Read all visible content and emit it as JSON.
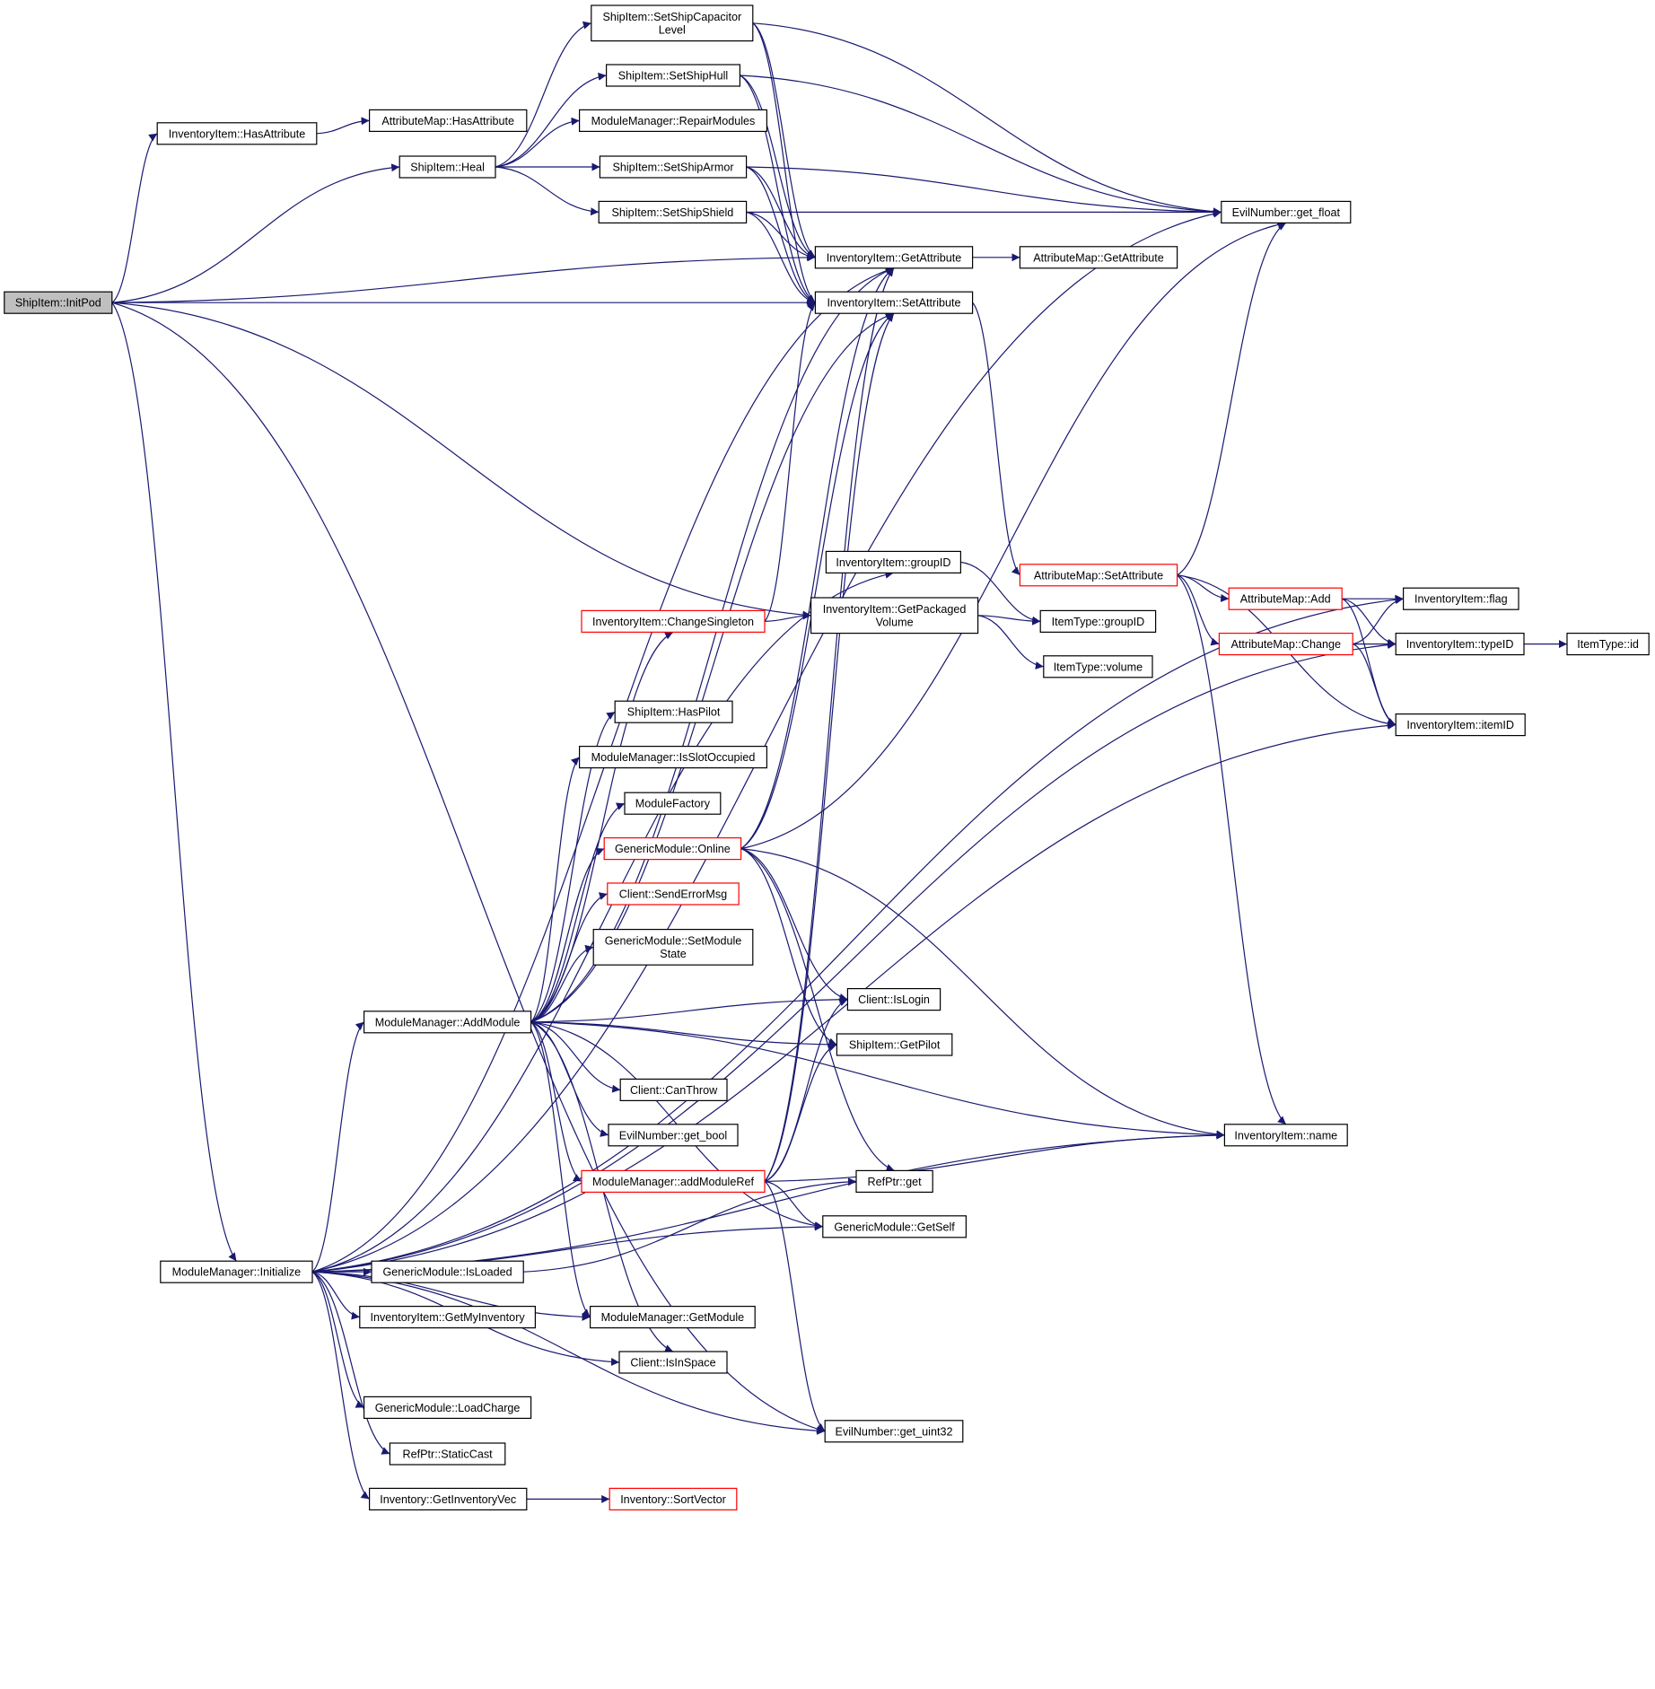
{
  "diagram": {
    "nodes": [
      {
        "id": "shipitem_initpod",
        "lines": [
          "ShipItem::InitPod"
        ],
        "style": "root"
      },
      {
        "id": "inventoryitem_hasattribute",
        "lines": [
          "InventoryItem::HasAttribute"
        ],
        "style": "normal"
      },
      {
        "id": "attributemap_hasattribute",
        "lines": [
          "AttributeMap::HasAttribute"
        ],
        "style": "normal"
      },
      {
        "id": "shipitem_heal",
        "lines": [
          "ShipItem::Heal"
        ],
        "style": "normal"
      },
      {
        "id": "shipitem_setshipcapacitorlevel",
        "lines": [
          "ShipItem::SetShipCapacitor",
          "Level"
        ],
        "style": "normal"
      },
      {
        "id": "shipitem_setshiphull",
        "lines": [
          "ShipItem::SetShipHull"
        ],
        "style": "normal"
      },
      {
        "id": "modulemanager_repairmodules",
        "lines": [
          "ModuleManager::RepairModules"
        ],
        "style": "normal"
      },
      {
        "id": "shipitem_setshiparmor",
        "lines": [
          "ShipItem::SetShipArmor"
        ],
        "style": "normal"
      },
      {
        "id": "shipitem_setshipshield",
        "lines": [
          "ShipItem::SetShipShield"
        ],
        "style": "normal"
      },
      {
        "id": "evilnumber_get_float",
        "lines": [
          "EvilNumber::get_float"
        ],
        "style": "normal"
      },
      {
        "id": "inventoryitem_getattribute",
        "lines": [
          "InventoryItem::GetAttribute"
        ],
        "style": "normal"
      },
      {
        "id": "attributemap_getattribute",
        "lines": [
          "AttributeMap::GetAttribute"
        ],
        "style": "normal"
      },
      {
        "id": "inventoryitem_setattribute",
        "lines": [
          "InventoryItem::SetAttribute"
        ],
        "style": "normal"
      },
      {
        "id": "inventoryitem_groupid",
        "lines": [
          "InventoryItem::groupID"
        ],
        "style": "normal"
      },
      {
        "id": "attributemap_setattribute",
        "lines": [
          "AttributeMap::SetAttribute"
        ],
        "style": "red"
      },
      {
        "id": "inventoryitem_changesingleton",
        "lines": [
          "InventoryItem::ChangeSingleton"
        ],
        "style": "red"
      },
      {
        "id": "inventoryitem_getpackagedvolume",
        "lines": [
          "InventoryItem::GetPackaged",
          "Volume"
        ],
        "style": "normal"
      },
      {
        "id": "itemtype_groupid",
        "lines": [
          "ItemType::groupID"
        ],
        "style": "normal"
      },
      {
        "id": "itemtype_volume",
        "lines": [
          "ItemType::volume"
        ],
        "style": "normal"
      },
      {
        "id": "attributemap_add",
        "lines": [
          "AttributeMap::Add"
        ],
        "style": "red"
      },
      {
        "id": "inventoryitem_flag",
        "lines": [
          "InventoryItem::flag"
        ],
        "style": "normal"
      },
      {
        "id": "attributemap_change",
        "lines": [
          "AttributeMap::Change"
        ],
        "style": "red"
      },
      {
        "id": "inventoryitem_typeid",
        "lines": [
          "InventoryItem::typeID"
        ],
        "style": "normal"
      },
      {
        "id": "itemtype_id",
        "lines": [
          "ItemType::id"
        ],
        "style": "normal"
      },
      {
        "id": "inventoryitem_itemid",
        "lines": [
          "InventoryItem::itemID"
        ],
        "style": "normal"
      },
      {
        "id": "shipitem_haspilot",
        "lines": [
          "ShipItem::HasPilot"
        ],
        "style": "normal"
      },
      {
        "id": "modulemanager_isslotoccupied",
        "lines": [
          "ModuleManager::IsSlotOccupied"
        ],
        "style": "normal"
      },
      {
        "id": "modulefactory",
        "lines": [
          "ModuleFactory"
        ],
        "style": "normal"
      },
      {
        "id": "genericmodule_online",
        "lines": [
          "GenericModule::Online"
        ],
        "style": "red"
      },
      {
        "id": "client_senderrormsg",
        "lines": [
          "Client::SendErrorMsg"
        ],
        "style": "red"
      },
      {
        "id": "genericmodule_setmodulestate",
        "lines": [
          "GenericModule::SetModule",
          "State"
        ],
        "style": "normal"
      },
      {
        "id": "modulemanager_addmodule",
        "lines": [
          "ModuleManager::AddModule"
        ],
        "style": "normal"
      },
      {
        "id": "client_islogin",
        "lines": [
          "Client::IsLogin"
        ],
        "style": "normal"
      },
      {
        "id": "shipitem_getpilot",
        "lines": [
          "ShipItem::GetPilot"
        ],
        "style": "normal"
      },
      {
        "id": "client_canthrow",
        "lines": [
          "Client::CanThrow"
        ],
        "style": "normal"
      },
      {
        "id": "evilnumber_get_bool",
        "lines": [
          "EvilNumber::get_bool"
        ],
        "style": "normal"
      },
      {
        "id": "inventoryitem_name",
        "lines": [
          "InventoryItem::name"
        ],
        "style": "normal"
      },
      {
        "id": "modulemanager_addmoduleref",
        "lines": [
          "ModuleManager::addModuleRef"
        ],
        "style": "red"
      },
      {
        "id": "refptr_get",
        "lines": [
          "RefPtr::get"
        ],
        "style": "normal"
      },
      {
        "id": "genericmodule_getself",
        "lines": [
          "GenericModule::GetSelf"
        ],
        "style": "normal"
      },
      {
        "id": "modulemanager_initialize",
        "lines": [
          "ModuleManager::Initialize"
        ],
        "style": "normal"
      },
      {
        "id": "genericmodule_isloaded",
        "lines": [
          "GenericModule::IsLoaded"
        ],
        "style": "normal"
      },
      {
        "id": "inventoryitem_getmyinventory",
        "lines": [
          "InventoryItem::GetMyInventory"
        ],
        "style": "normal"
      },
      {
        "id": "modulemanager_getmodule",
        "lines": [
          "ModuleManager::GetModule"
        ],
        "style": "normal"
      },
      {
        "id": "client_isinspace",
        "lines": [
          "Client::IsInSpace"
        ],
        "style": "normal"
      },
      {
        "id": "genericmodule_loadcharge",
        "lines": [
          "GenericModule::LoadCharge"
        ],
        "style": "normal"
      },
      {
        "id": "evilnumber_get_uint32",
        "lines": [
          "EvilNumber::get_uint32"
        ],
        "style": "normal"
      },
      {
        "id": "refptr_staticcast",
        "lines": [
          "RefPtr::StaticCast"
        ],
        "style": "normal"
      },
      {
        "id": "inventory_getinventoryvec",
        "lines": [
          "Inventory::GetInventoryVec"
        ],
        "style": "normal"
      },
      {
        "id": "inventory_sortvector",
        "lines": [
          "Inventory::SortVector"
        ],
        "style": "red"
      }
    ],
    "edges": [
      {
        "from": "shipitem_initpod",
        "to": "inventoryitem_hasattribute"
      },
      {
        "from": "shipitem_initpod",
        "to": "shipitem_heal"
      },
      {
        "from": "shipitem_initpod",
        "to": "inventoryitem_getattribute"
      },
      {
        "from": "shipitem_initpod",
        "to": "inventoryitem_setattribute"
      },
      {
        "from": "shipitem_initpod",
        "to": "inventoryitem_getpackagedvolume"
      },
      {
        "from": "shipitem_initpod",
        "to": "modulemanager_initialize"
      },
      {
        "from": "shipitem_initpod",
        "to": "evilnumber_get_uint32"
      },
      {
        "from": "inventoryitem_hasattribute",
        "to": "attributemap_hasattribute"
      },
      {
        "from": "shipitem_heal",
        "to": "shipitem_setshipcapacitorlevel"
      },
      {
        "from": "shipitem_heal",
        "to": "shipitem_setshiphull"
      },
      {
        "from": "shipitem_heal",
        "to": "modulemanager_repairmodules"
      },
      {
        "from": "shipitem_heal",
        "to": "shipitem_setshiparmor"
      },
      {
        "from": "shipitem_heal",
        "to": "shipitem_setshipshield"
      },
      {
        "from": "shipitem_setshipcapacitorlevel",
        "to": "evilnumber_get_float"
      },
      {
        "from": "shipitem_setshipcapacitorlevel",
        "to": "inventoryitem_getattribute"
      },
      {
        "from": "shipitem_setshipcapacitorlevel",
        "to": "inventoryitem_setattribute"
      },
      {
        "from": "shipitem_setshiphull",
        "to": "evilnumber_get_float"
      },
      {
        "from": "shipitem_setshiphull",
        "to": "inventoryitem_getattribute"
      },
      {
        "from": "shipitem_setshiphull",
        "to": "inventoryitem_setattribute"
      },
      {
        "from": "shipitem_setshiparmor",
        "to": "evilnumber_get_float"
      },
      {
        "from": "shipitem_setshiparmor",
        "to": "inventoryitem_getattribute"
      },
      {
        "from": "shipitem_setshiparmor",
        "to": "inventoryitem_setattribute"
      },
      {
        "from": "shipitem_setshipshield",
        "to": "evilnumber_get_float"
      },
      {
        "from": "shipitem_setshipshield",
        "to": "inventoryitem_getattribute"
      },
      {
        "from": "shipitem_setshipshield",
        "to": "inventoryitem_setattribute"
      },
      {
        "from": "inventoryitem_getattribute",
        "to": "attributemap_getattribute"
      },
      {
        "from": "inventoryitem_setattribute",
        "to": "attributemap_setattribute"
      },
      {
        "from": "attributemap_setattribute",
        "to": "evilnumber_get_float"
      },
      {
        "from": "attributemap_setattribute",
        "to": "attributemap_add"
      },
      {
        "from": "attributemap_setattribute",
        "to": "attributemap_change"
      },
      {
        "from": "attributemap_setattribute",
        "to": "inventoryitem_itemid"
      },
      {
        "from": "attributemap_setattribute",
        "to": "inventoryitem_name"
      },
      {
        "from": "attributemap_add",
        "to": "inventoryitem_flag"
      },
      {
        "from": "attributemap_add",
        "to": "inventoryitem_typeid"
      },
      {
        "from": "attributemap_add",
        "to": "inventoryitem_itemid"
      },
      {
        "from": "attributemap_change",
        "to": "inventoryitem_flag"
      },
      {
        "from": "attributemap_change",
        "to": "inventoryitem_typeid"
      },
      {
        "from": "attributemap_change",
        "to": "inventoryitem_itemid"
      },
      {
        "from": "inventoryitem_typeid",
        "to": "itemtype_id"
      },
      {
        "from": "inventoryitem_groupid",
        "to": "itemtype_groupid"
      },
      {
        "from": "inventoryitem_getpackagedvolume",
        "to": "itemtype_groupid"
      },
      {
        "from": "inventoryitem_getpackagedvolume",
        "to": "itemtype_volume"
      },
      {
        "from": "inventoryitem_changesingleton",
        "to": "inventoryitem_getpackagedvolume"
      },
      {
        "from": "inventoryitem_changesingleton",
        "to": "inventoryitem_setattribute"
      },
      {
        "from": "genericmodule_online",
        "to": "evilnumber_get_float"
      },
      {
        "from": "genericmodule_online",
        "to": "inventoryitem_getattribute"
      },
      {
        "from": "genericmodule_online",
        "to": "inventoryitem_setattribute"
      },
      {
        "from": "genericmodule_online",
        "to": "client_islogin"
      },
      {
        "from": "genericmodule_online",
        "to": "shipitem_getpilot"
      },
      {
        "from": "genericmodule_online",
        "to": "inventoryitem_name"
      },
      {
        "from": "genericmodule_online",
        "to": "refptr_get"
      },
      {
        "from": "modulemanager_addmodule",
        "to": "inventoryitem_getattribute"
      },
      {
        "from": "modulemanager_addmodule",
        "to": "inventoryitem_setattribute"
      },
      {
        "from": "modulemanager_addmodule",
        "to": "inventoryitem_changesingleton"
      },
      {
        "from": "modulemanager_addmodule",
        "to": "shipitem_haspilot"
      },
      {
        "from": "modulemanager_addmodule",
        "to": "modulemanager_isslotoccupied"
      },
      {
        "from": "modulemanager_addmodule",
        "to": "modulefactory"
      },
      {
        "from": "modulemanager_addmodule",
        "to": "genericmodule_online"
      },
      {
        "from": "modulemanager_addmodule",
        "to": "client_senderrormsg"
      },
      {
        "from": "modulemanager_addmodule",
        "to": "genericmodule_setmodulestate"
      },
      {
        "from": "modulemanager_addmodule",
        "to": "client_islogin"
      },
      {
        "from": "modulemanager_addmodule",
        "to": "shipitem_getpilot"
      },
      {
        "from": "modulemanager_addmodule",
        "to": "client_canthrow"
      },
      {
        "from": "modulemanager_addmodule",
        "to": "evilnumber_get_bool"
      },
      {
        "from": "modulemanager_addmodule",
        "to": "modulemanager_addmoduleref"
      },
      {
        "from": "modulemanager_addmodule",
        "to": "genericmodule_getself"
      },
      {
        "from": "modulemanager_addmodule",
        "to": "modulemanager_getmodule"
      },
      {
        "from": "modulemanager_addmodule",
        "to": "client_isinspace"
      },
      {
        "from": "modulemanager_addmodule",
        "to": "inventoryitem_name"
      },
      {
        "from": "modulemanager_addmoduleref",
        "to": "inventoryitem_getattribute"
      },
      {
        "from": "modulemanager_addmoduleref",
        "to": "inventoryitem_setattribute"
      },
      {
        "from": "modulemanager_addmoduleref",
        "to": "client_islogin"
      },
      {
        "from": "modulemanager_addmoduleref",
        "to": "shipitem_getpilot"
      },
      {
        "from": "modulemanager_addmoduleref",
        "to": "inventoryitem_name"
      },
      {
        "from": "modulemanager_addmoduleref",
        "to": "genericmodule_getself"
      },
      {
        "from": "modulemanager_addmoduleref",
        "to": "evilnumber_get_uint32"
      },
      {
        "from": "modulemanager_initialize",
        "to": "inventoryitem_getattribute"
      },
      {
        "from": "modulemanager_initialize",
        "to": "evilnumber_get_float"
      },
      {
        "from": "modulemanager_initialize",
        "to": "inventoryitem_flag"
      },
      {
        "from": "modulemanager_initialize",
        "to": "inventoryitem_groupid"
      },
      {
        "from": "modulemanager_initialize",
        "to": "inventoryitem_typeid"
      },
      {
        "from": "modulemanager_initialize",
        "to": "modulemanager_addmodule"
      },
      {
        "from": "modulemanager_initialize",
        "to": "genericmodule_isloaded"
      },
      {
        "from": "modulemanager_initialize",
        "to": "inventoryitem_getmyinventory"
      },
      {
        "from": "modulemanager_initialize",
        "to": "modulemanager_getmodule"
      },
      {
        "from": "modulemanager_initialize",
        "to": "genericmodule_getself"
      },
      {
        "from": "modulemanager_initialize",
        "to": "genericmodule_loadcharge"
      },
      {
        "from": "modulemanager_initialize",
        "to": "refptr_staticcast"
      },
      {
        "from": "modulemanager_initialize",
        "to": "inventory_getinventoryvec"
      },
      {
        "from": "modulemanager_initialize",
        "to": "client_isinspace"
      },
      {
        "from": "modulemanager_initialize",
        "to": "evilnumber_get_uint32"
      },
      {
        "from": "modulemanager_initialize",
        "to": "inventoryitem_name"
      },
      {
        "from": "modulemanager_initialize",
        "to": "inventoryitem_itemid"
      },
      {
        "from": "genericmodule_isloaded",
        "to": "refptr_get"
      },
      {
        "from": "inventory_getinventoryvec",
        "to": "inventory_sortvector"
      }
    ]
  },
  "colors": {
    "edge": "#191970",
    "node_border": "#000000",
    "node_border_red": "#ff0000",
    "root_fill": "#bfbfbf"
  }
}
